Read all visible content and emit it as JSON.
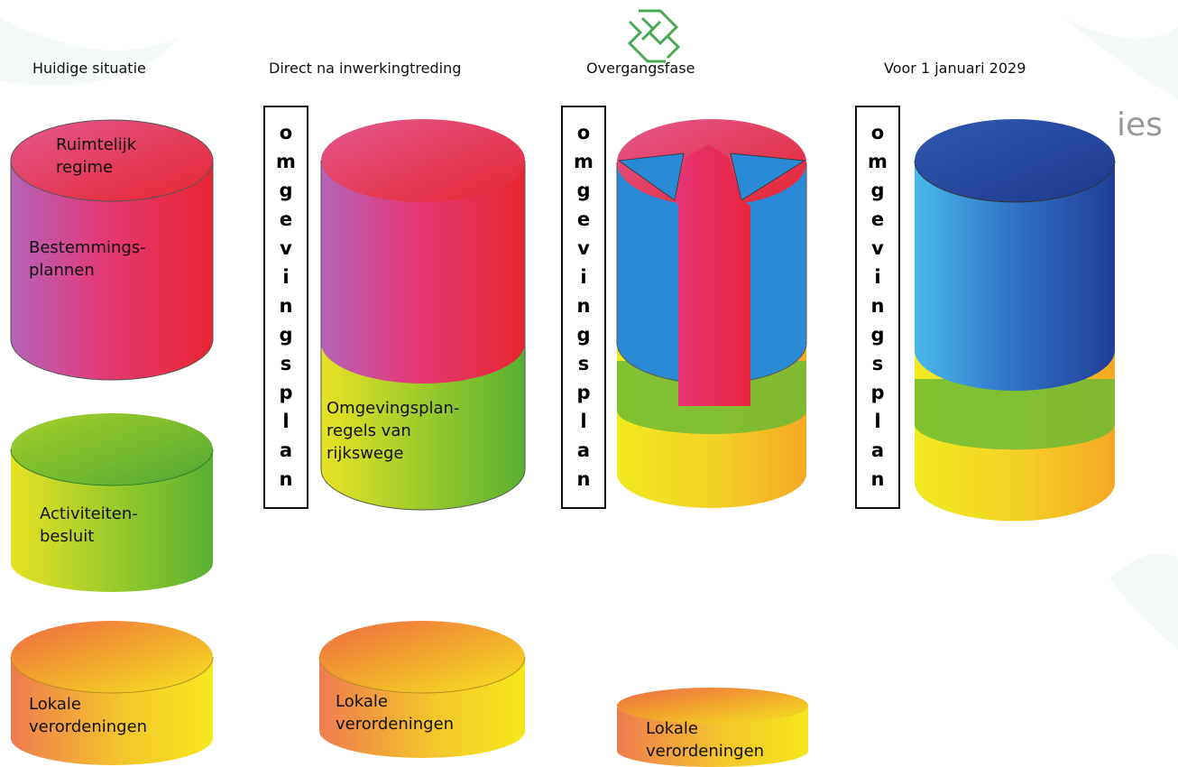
{
  "columns": [
    {
      "title": "Huidige situatie"
    },
    {
      "title": "Direct na inwerkingtreding"
    },
    {
      "title": "Overgangsfase"
    },
    {
      "title": "Voor 1 januari 2029"
    }
  ],
  "vertical_label": "omgevingsplan",
  "labels": {
    "ruimtelijk_regime": "Ruimtelijk\nregime",
    "bestemmingsplannen": "Bestemmings-\nplannen",
    "activiteitenbesluit": "Activiteiten-\nbesluit",
    "lokale_verordeningen": "Lokale\nverordeningen",
    "omgevingsplanregels": "Omgevingsplan-\nregels van\nrijkswege"
  },
  "background_fragment": "ies",
  "colors": {
    "red": "#e8262f",
    "magenta": "#b45ab4",
    "green": "#5cb334",
    "yellow": "#f1ea1e",
    "orange": "#f5a623",
    "blue": "#2a8ad6",
    "dark_blue": "#1f3e9a",
    "light_blue": "#44b4ea",
    "logo_green": "#4aaa53"
  }
}
